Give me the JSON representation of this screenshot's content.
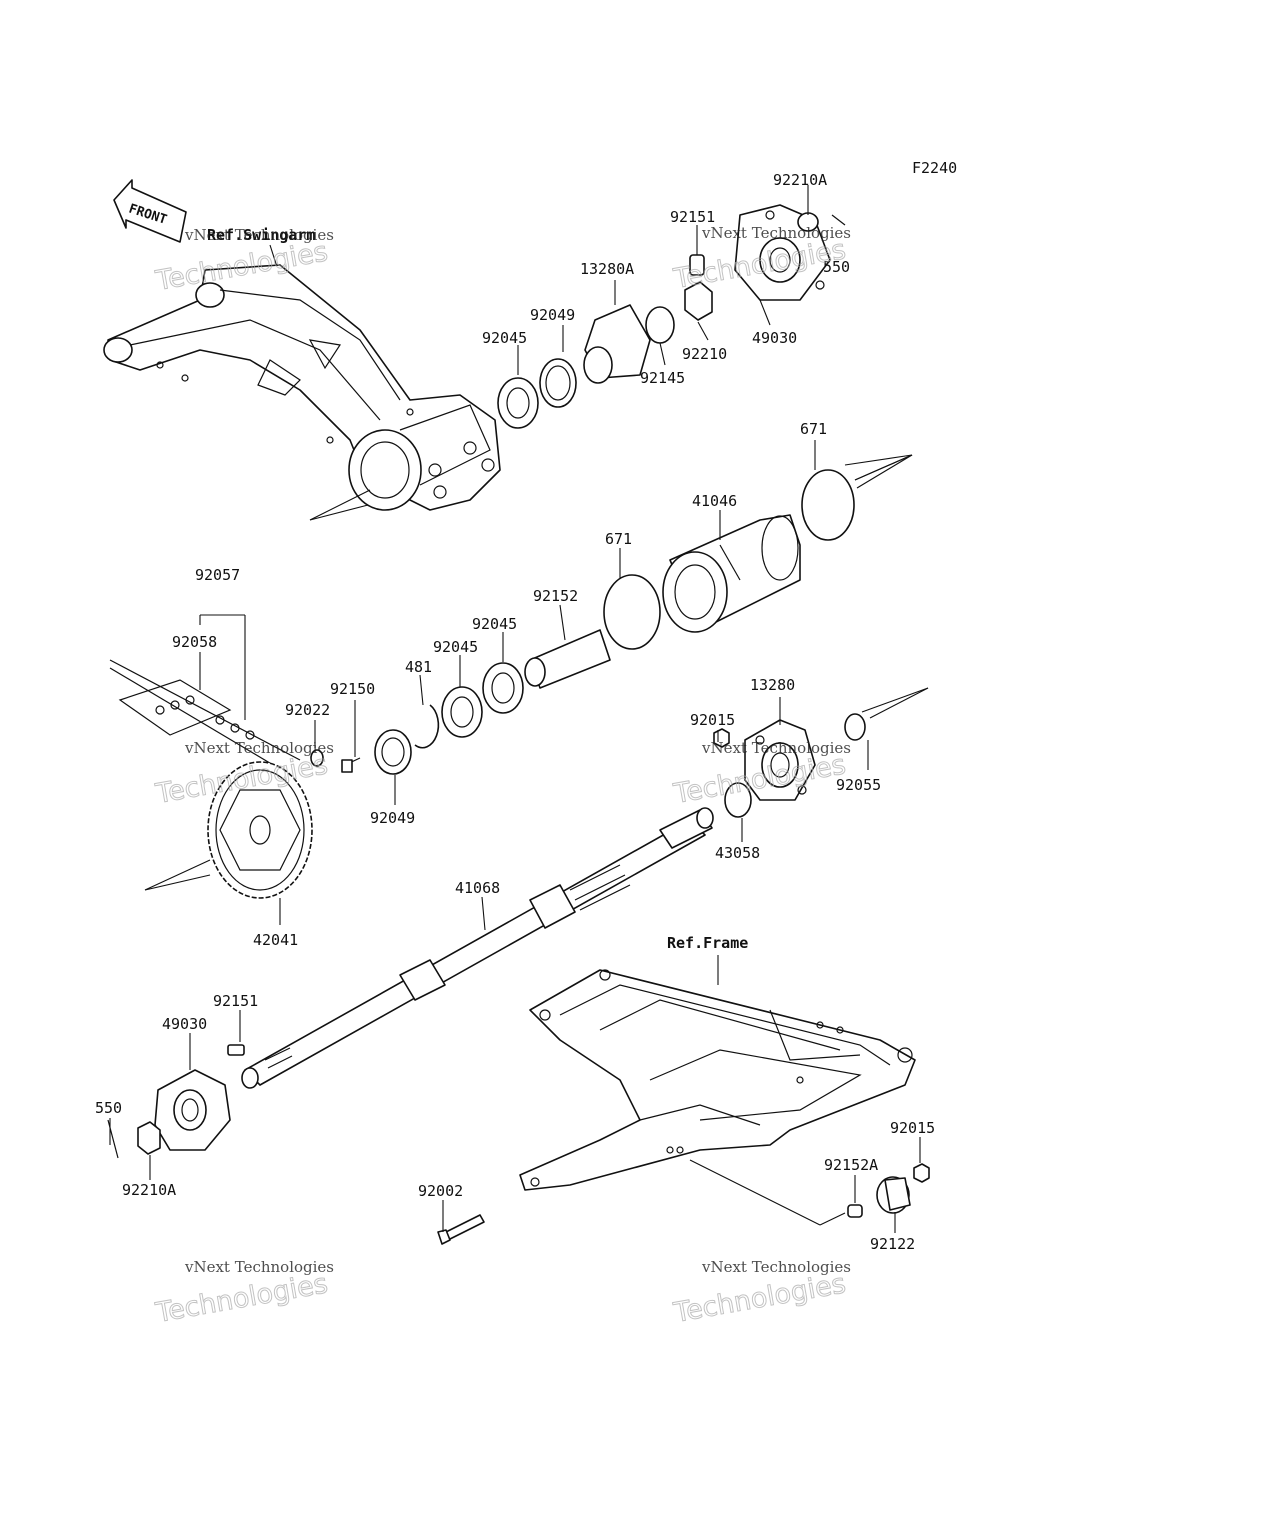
{
  "figure_code": "F2240",
  "front_label": "FRONT",
  "refs": {
    "swingarm": "Ref.Swingarm",
    "frame": "Ref.Frame"
  },
  "watermark": {
    "line1": "vNext Technologies",
    "line2": "Technologies"
  },
  "labels": {
    "p92210A_top": "92210A",
    "p92151_top": "92151",
    "p550_top": "550",
    "p13280A": "13280A",
    "p92049_top": "92049",
    "p92045_top": "92045",
    "p92210": "92210",
    "p49030_top": "49030",
    "p92145": "92145",
    "p671_right": "671",
    "p41046": "41046",
    "p671_mid": "671",
    "p92057": "92057",
    "p92058": "92058",
    "p92152": "92152",
    "p92045_a": "92045",
    "p92045_b": "92045",
    "p481": "481",
    "p92150": "92150",
    "p92022": "92022",
    "p13280": "13280",
    "p92015_top": "92015",
    "p92055": "92055",
    "p92049_bot": "92049",
    "p43058": "43058",
    "p41068": "41068",
    "p42041": "42041",
    "p92151_bot": "92151",
    "p49030_bot": "49030",
    "p550_bot": "550",
    "p92210A_bot": "92210A",
    "p92002": "92002",
    "p92015_bot": "92015",
    "p92152A": "92152A",
    "p92122": "92122"
  }
}
